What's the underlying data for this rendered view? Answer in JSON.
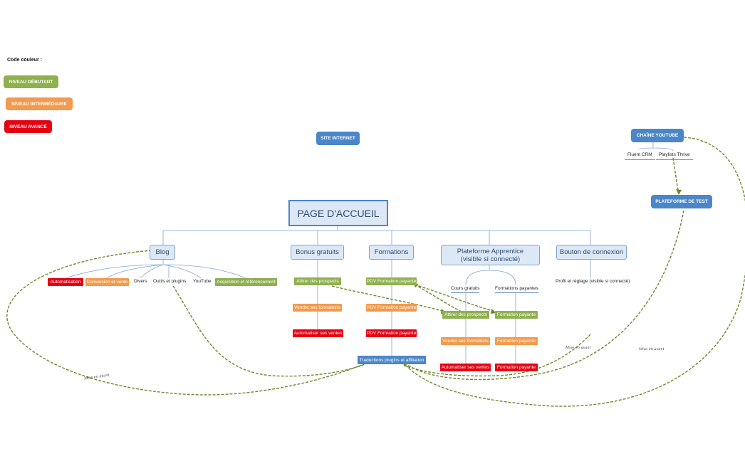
{
  "legend": {
    "title": "Code couleur :",
    "beginner": "NIVEAU DÉBUTANT",
    "intermediate": "NIVEAU INTERMÉDIAIRE",
    "advanced": "NIVEAU AVANCÉ"
  },
  "colors": {
    "beginner": "#8fb04f",
    "intermediate": "#f29a4d",
    "advanced": "#e60012",
    "main": "#4a86c8"
  },
  "site": {
    "title": "SITE INTERNET"
  },
  "home": {
    "title": "PAGE D'ACCUEIL"
  },
  "branches": {
    "blog": "Blog",
    "bonus": "Bonus gratuits",
    "formations": "Formations",
    "plateforme": "Plateforme Apprentice (visible si connecté)",
    "connexion": "Bouton de connexion"
  },
  "blog_items": {
    "automatisation": "Automatisation",
    "conversion": "Conversion et vente",
    "divers": "Divers",
    "outils": "Outils et plugins",
    "youtube": "YouTube",
    "acquisition": "Acquisition et référencement"
  },
  "bonus_items": {
    "attirer": "Attirer des prospects",
    "vendre": "Vendre ses formations",
    "automatiser": "Automatiser ses ventes"
  },
  "formation_items": {
    "pdv1": "PDV Formation payante",
    "pdv2": "PDV Formation payante",
    "pdv3": "PDV Formation payante",
    "traductions": "Traductions plugins et affiliation"
  },
  "plateforme_items": {
    "cours": "Cours gratuits",
    "payantes": "Formations payantes",
    "attirer": "Attirer des prospects",
    "vendre": "Vendre ses formations",
    "automatiser": "Automatiser ses ventes",
    "fp1": "Formation payante",
    "fp2": "Formation payante",
    "fp3": "Formation payante"
  },
  "connexion_items": {
    "profil": "Profil et réglage (visible si connecté)"
  },
  "youtube": {
    "title": "CHAÎNE YOUTUBE",
    "fluent": "Fluent CRM",
    "playlists": "Playlists Thrive",
    "test": "PLATEFORME DE TEST"
  },
  "annotations": {
    "mise1": "Mise en avant",
    "mise2": "Mise en avant",
    "mise3": "Mise en avant"
  }
}
